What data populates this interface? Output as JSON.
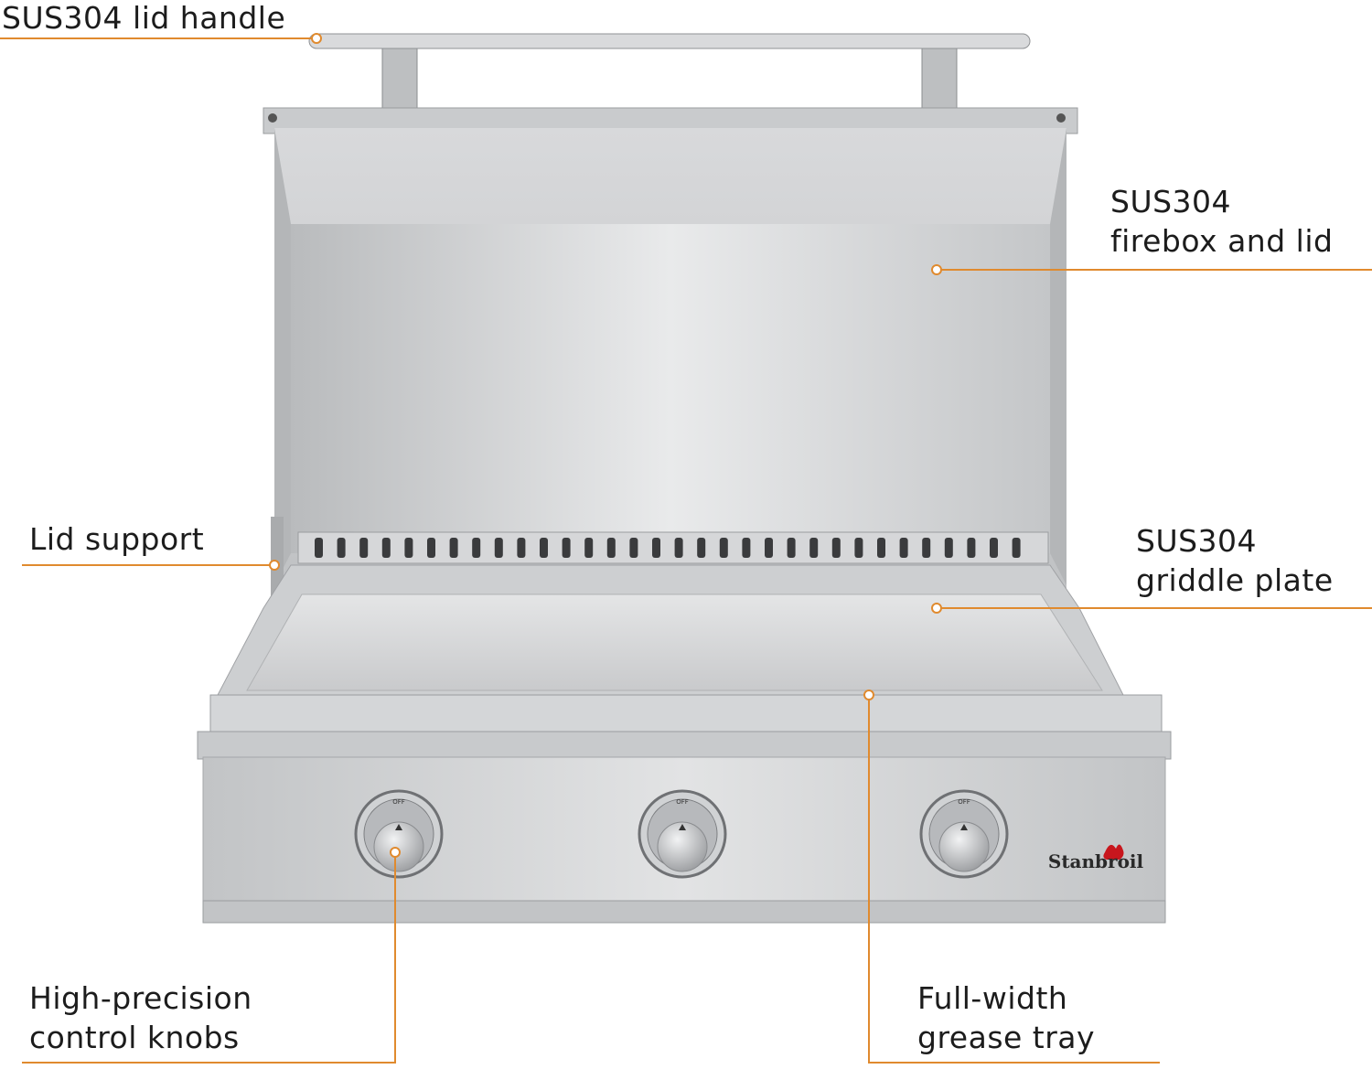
{
  "colors": {
    "accent": "#e08a2e",
    "steel": "#cfd1d3",
    "steel_dark": "#8a8c8f",
    "logo_red": "#c8161d"
  },
  "brand": {
    "logo_text": "Stanbroil"
  },
  "knobs": [
    {
      "marking": "OFF"
    },
    {
      "marking": "OFF"
    },
    {
      "marking": "OFF"
    }
  ],
  "callouts": {
    "lid_handle": {
      "line1": "SUS304 lid handle"
    },
    "firebox": {
      "line1": "SUS304",
      "line2": "firebox and lid"
    },
    "lid_support": {
      "line1": "Lid support"
    },
    "griddle": {
      "line1": "SUS304",
      "line2": "griddle plate"
    },
    "knobs": {
      "line1": "High-precision",
      "line2": "control knobs"
    },
    "grease": {
      "line1": "Full-width",
      "line2": "grease tray"
    }
  }
}
